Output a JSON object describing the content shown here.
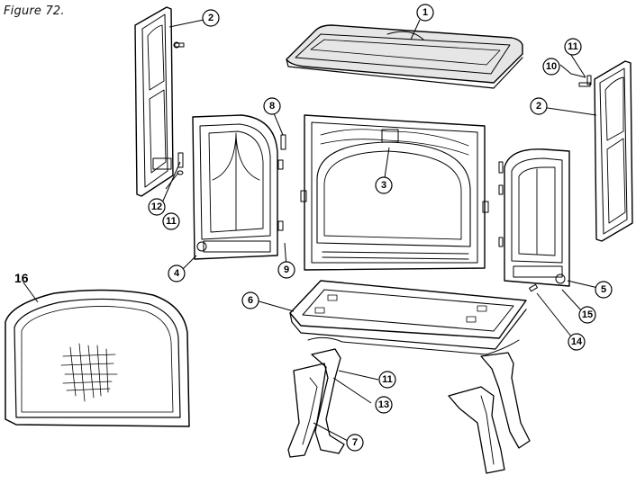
{
  "figure_title": "Figure 72.",
  "callouts": {
    "c1": "1",
    "c2_left": "2",
    "c2_right": "2",
    "c3": "3",
    "c4": "4",
    "c5": "5",
    "c6": "6",
    "c7": "7",
    "c8": "8",
    "c9": "9",
    "c10": "10",
    "c11_top": "11",
    "c11_left": "11",
    "c11_mid": "11",
    "c12": "12",
    "c13": "13",
    "c14": "14",
    "c15": "15",
    "c16": "16"
  }
}
